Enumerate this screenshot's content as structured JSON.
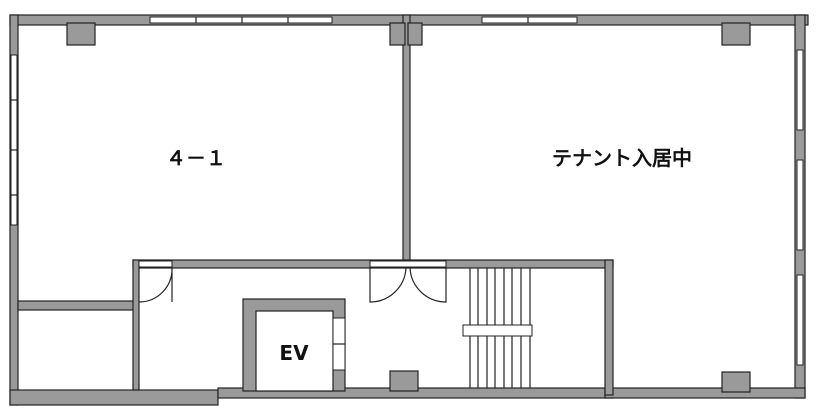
{
  "rooms": {
    "unit_left": "４－１",
    "unit_right": "テナント入居中",
    "elevator": "EV"
  }
}
